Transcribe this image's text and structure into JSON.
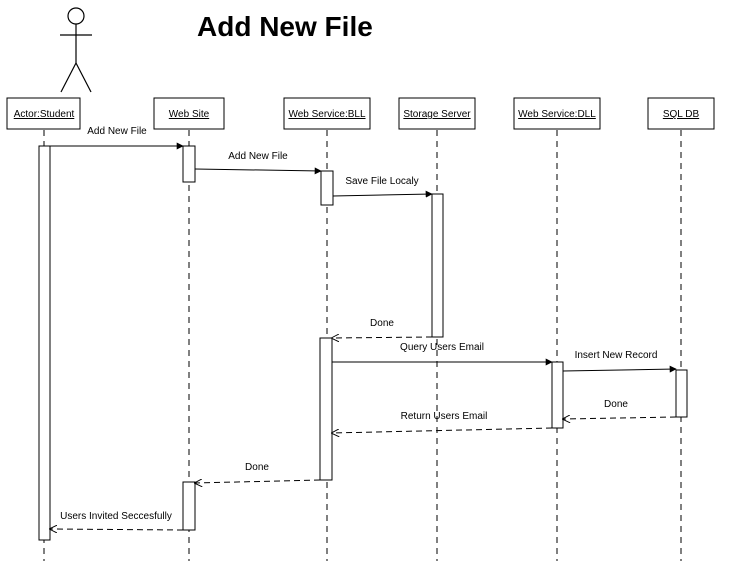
{
  "title": "Add New File",
  "participants": [
    {
      "id": "student",
      "label": "Actor:Student",
      "is_actor": true
    },
    {
      "id": "web",
      "label": "Web Site",
      "is_actor": false
    },
    {
      "id": "bll",
      "label": "Web Service:BLL",
      "is_actor": false
    },
    {
      "id": "storage",
      "label": "Storage Server",
      "is_actor": false
    },
    {
      "id": "dll",
      "label": "Web Service:DLL",
      "is_actor": false
    },
    {
      "id": "sql",
      "label": "SQL DB",
      "is_actor": false
    }
  ],
  "messages": [
    {
      "from": "student",
      "to": "web",
      "label": "Add New File",
      "kind": "call"
    },
    {
      "from": "web",
      "to": "bll",
      "label": "Add New File",
      "kind": "call"
    },
    {
      "from": "bll",
      "to": "storage",
      "label": "Save File Localy",
      "kind": "call"
    },
    {
      "from": "storage",
      "to": "bll",
      "label": "Done",
      "kind": "return"
    },
    {
      "from": "bll",
      "to": "dll",
      "label": "Query Users Email",
      "kind": "call"
    },
    {
      "from": "dll",
      "to": "sql",
      "label": "Insert New Record",
      "kind": "call"
    },
    {
      "from": "sql",
      "to": "dll",
      "label": "Done",
      "kind": "return"
    },
    {
      "from": "dll",
      "to": "bll",
      "label": "Return Users Email",
      "kind": "return"
    },
    {
      "from": "bll",
      "to": "web",
      "label": "Done",
      "kind": "return"
    },
    {
      "from": "web",
      "to": "student",
      "label": "Users Invited Seccesfully",
      "kind": "return"
    }
  ],
  "colors": {
    "line": "#000000",
    "background": "#ffffff"
  }
}
